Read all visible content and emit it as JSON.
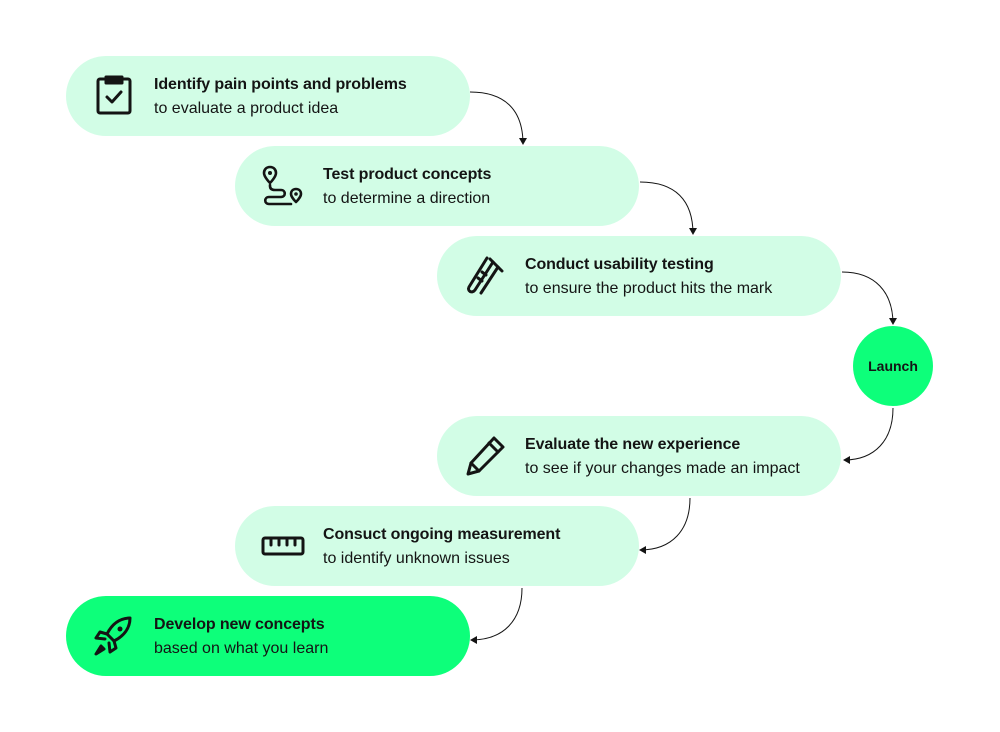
{
  "steps": [
    {
      "title": "Identify pain points and problems",
      "subtitle": "to evaluate a product idea",
      "icon": "clipboard-check-icon"
    },
    {
      "title": "Test product concepts",
      "subtitle": "to determine a direction",
      "icon": "route-icon"
    },
    {
      "title": "Conduct usability testing",
      "subtitle": "to ensure the product hits the mark",
      "icon": "test-tube-icon"
    },
    {
      "title": "Evaluate the new experience",
      "subtitle": "to see if your changes made an impact",
      "icon": "pencil-icon"
    },
    {
      "title": "Consuct ongoing measurement",
      "subtitle": "to identify unknown issues",
      "icon": "ruler-icon"
    },
    {
      "title": "Develop new concepts",
      "subtitle": "based on what you learn",
      "icon": "rocket-icon"
    }
  ],
  "launch": {
    "label": "Launch"
  },
  "colors": {
    "step_bg": "#d2fde6",
    "accent": "#0dff7a",
    "text": "#141414"
  }
}
